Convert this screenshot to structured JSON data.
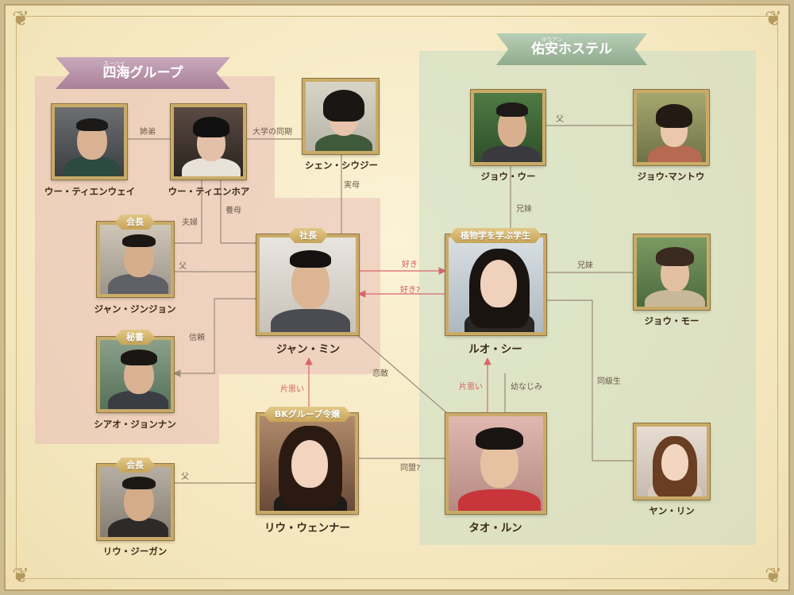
{
  "groups": {
    "sihai": {
      "label": "四海グループ",
      "ruby": "スーハイ"
    },
    "youan": {
      "label": "佑安ホステル",
      "ruby": "ヨウアン"
    }
  },
  "people": {
    "wu_tianwei": {
      "name": "ウー・ティエンウェイ"
    },
    "wu_tianhua": {
      "name": "ウー・ティエンホア"
    },
    "shen_shuoji": {
      "name": "シェン・シウジー"
    },
    "zhou_wu": {
      "name": "ジョウ・ウー"
    },
    "zhou_mantou": {
      "name": "ジョウ·マントウ"
    },
    "jiang_jinzhong": {
      "name": "ジャン・ジンジョン",
      "badge": "会長"
    },
    "jiang_min": {
      "name": "ジャン・ミン",
      "badge": "社長"
    },
    "luo_xi": {
      "name": "ルオ・シー",
      "badge": "植物学を学ぶ学生"
    },
    "zhou_mo": {
      "name": "ジョウ・モー"
    },
    "xiao_zhongnan": {
      "name": "シアオ・ジョンナン",
      "badge": "秘書"
    },
    "liu_wenna": {
      "name": "リウ・ウェンナー",
      "badge": "BKグループ令嬢"
    },
    "tao_lun": {
      "name": "タオ・ルン"
    },
    "yang_lin": {
      "name": "ヤン・リン"
    },
    "liu_jigan": {
      "name": "リウ・ジーガン",
      "badge": "会長"
    }
  },
  "relations": {
    "sibling_elder": "姉弟",
    "classmate_univ": "大学の同期",
    "father": "父",
    "couple": "夫婦",
    "adoptive_mother": "養母",
    "birth_mother": "実母",
    "siblings": "兄妹",
    "like": "好き",
    "like_q": "好き?",
    "trust": "信頼",
    "rival": "恋敵",
    "crush": "片思い",
    "childhood_friend": "幼なじみ",
    "alliance_q": "同盟?",
    "schoolmate": "同級生",
    "father2": "父",
    "crush2": "片思い",
    "siblings2": "兄妹"
  },
  "colors": {
    "love_arrow": "#d9666c",
    "line": "#9a8a78",
    "frame_gold": "#c9ab68"
  }
}
